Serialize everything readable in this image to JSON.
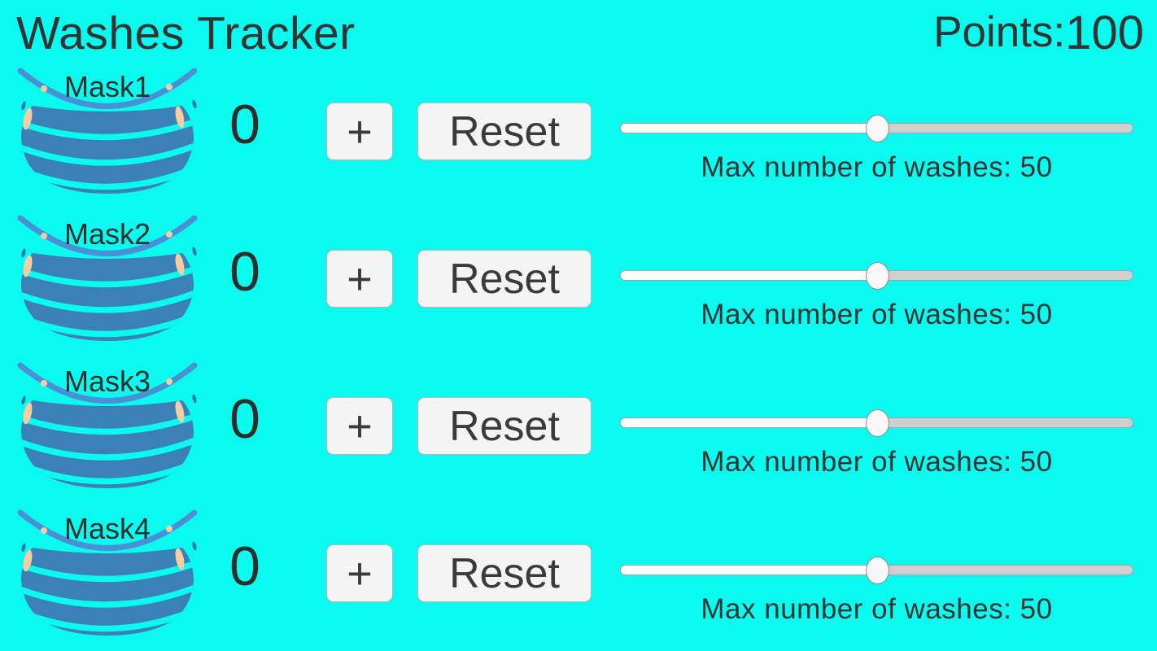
{
  "header": {
    "title": "Washes Tracker",
    "points_label": "Points:",
    "points_value": "100"
  },
  "colors": {
    "background": "#0AFAF0",
    "text": "#333333",
    "mask_body": "#3B80B6",
    "mask_strap": "#4A90D4",
    "mask_strap_dark": "#2E74B0",
    "mask_ear": "#F4CDA3",
    "button_bg": "#F4F4F4",
    "button_border": "#B9B9B9",
    "slider_fill": "#FBFBFB",
    "slider_rest": "#CFCFCF",
    "slider_border": "#A3A3A3",
    "thumb_bg": "#F8F8F8",
    "thumb_border": "#8F8F8F"
  },
  "rows": [
    {
      "label": "Mask1",
      "count": "0",
      "plus_label": "+",
      "reset_label": "Reset",
      "slider": {
        "min": 0,
        "max": 100,
        "value": 50
      },
      "max_caption": "Max number of washes: 50"
    },
    {
      "label": "Mask2",
      "count": "0",
      "plus_label": "+",
      "reset_label": "Reset",
      "slider": {
        "min": 0,
        "max": 100,
        "value": 50
      },
      "max_caption": "Max number of washes: 50"
    },
    {
      "label": "Mask3",
      "count": "0",
      "plus_label": "+",
      "reset_label": "Reset",
      "slider": {
        "min": 0,
        "max": 100,
        "value": 50
      },
      "max_caption": "Max number of washes: 50"
    },
    {
      "label": "Mask4",
      "count": "0",
      "plus_label": "+",
      "reset_label": "Reset",
      "slider": {
        "min": 0,
        "max": 100,
        "value": 50
      },
      "max_caption": "Max number of washes: 50"
    }
  ]
}
